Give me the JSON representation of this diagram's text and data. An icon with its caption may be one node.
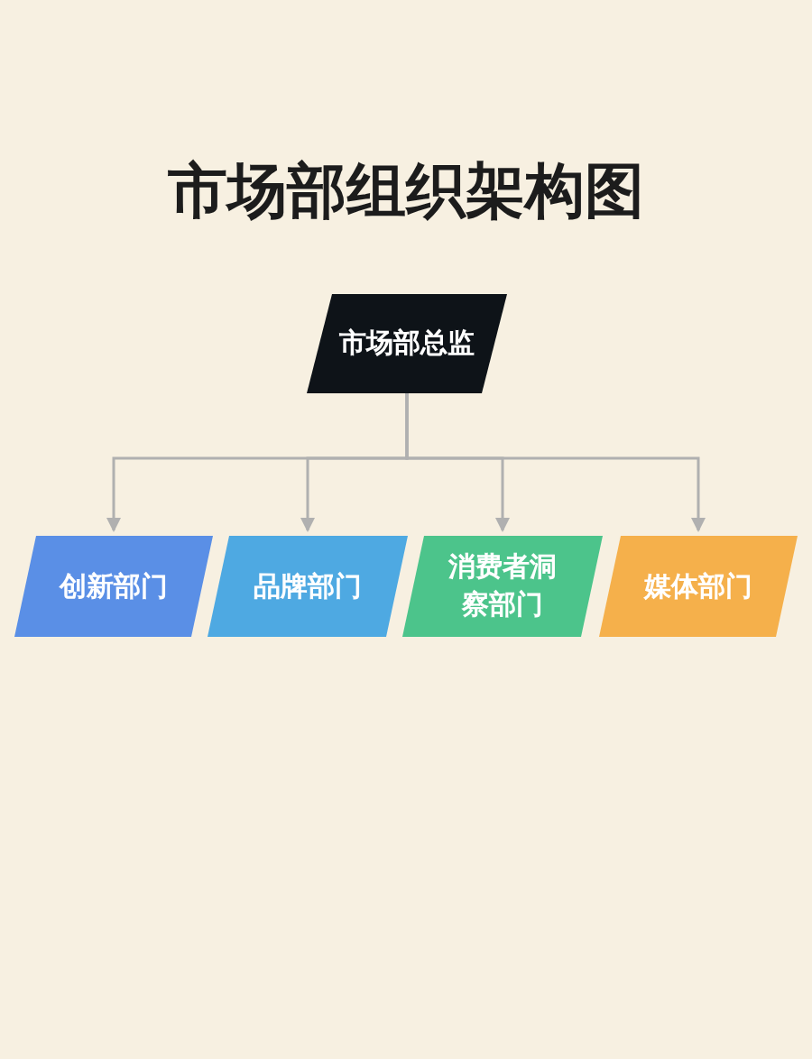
{
  "diagram": {
    "title": "市场部组织架构图",
    "nodes": [
      {
        "text": [
          "市场部总监"
        ]
      },
      {
        "text": [
          "创新部门"
        ]
      },
      {
        "text": [
          "品牌部门"
        ]
      },
      {
        "text": [
          "消费者洞察部门"
        ]
      },
      {
        "text": [
          "媒体部门"
        ]
      }
    ],
    "edges": [
      {
        "from": 0,
        "to": 1,
        "arrow": "to"
      },
      {
        "from": 0,
        "to": 2,
        "arrow": "to"
      },
      {
        "from": 0,
        "to": 3,
        "arrow": "to"
      },
      {
        "from": 0,
        "to": 4,
        "arrow": "to"
      }
    ]
  }
}
